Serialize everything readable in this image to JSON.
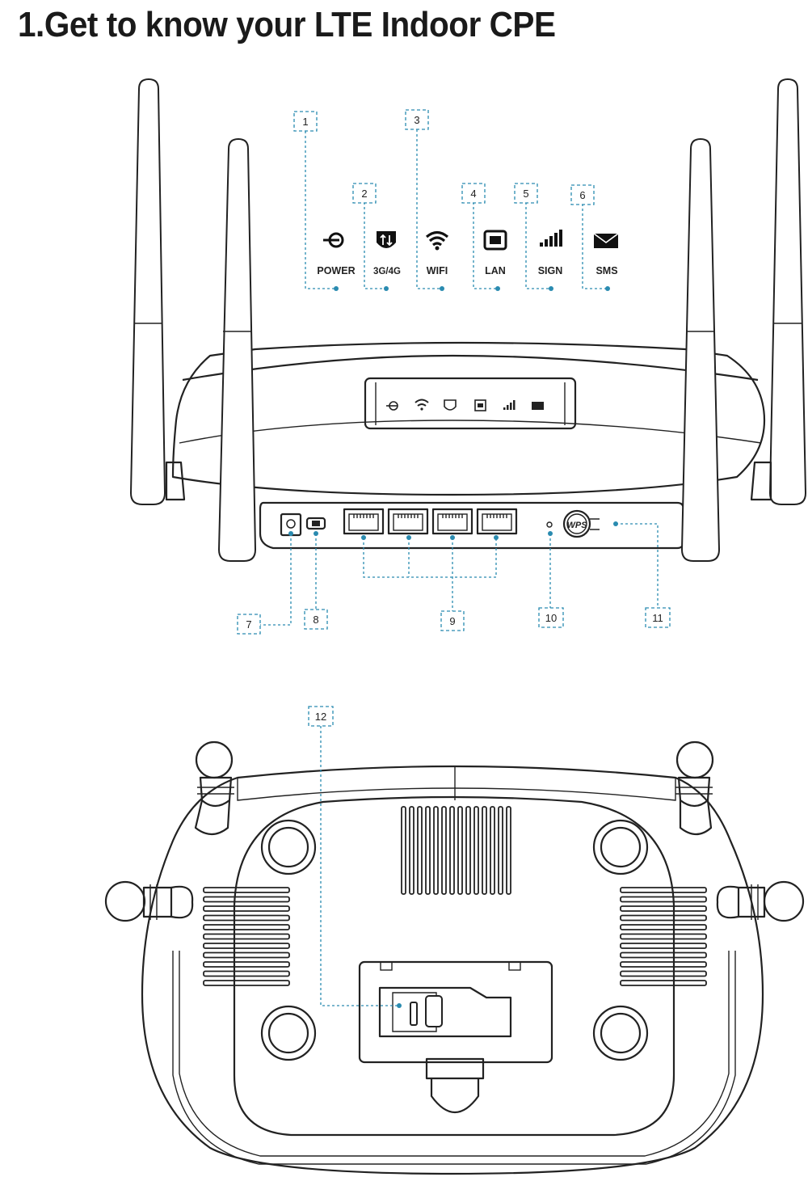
{
  "title": "1.Get to know your LTE Indoor CPE",
  "callouts": [
    "1",
    "2",
    "3",
    "4",
    "5",
    "6",
    "7",
    "8",
    "9",
    "10",
    "11",
    "12"
  ],
  "indicators": {
    "power": {
      "label": "POWER",
      "icon": "power-plug-icon"
    },
    "net": {
      "label": "3G/4G",
      "icon": "shield-arrows-icon"
    },
    "wifi": {
      "label": "WIFI",
      "icon": "wifi-icon"
    },
    "lan": {
      "label": "LAN",
      "icon": "lan-port-icon"
    },
    "sign": {
      "label": "SIGN",
      "icon": "signal-bars-icon"
    },
    "sms": {
      "label": "SMS",
      "icon": "envelope-icon"
    }
  },
  "wps_label": "WPS",
  "colors": {
    "callout": "#2a8bb0",
    "line": "#222222"
  }
}
